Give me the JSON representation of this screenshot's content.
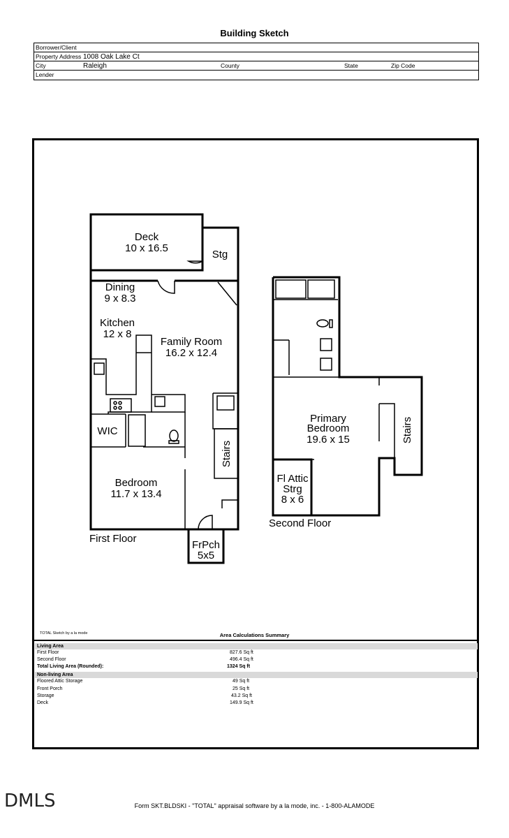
{
  "header": {
    "title": "Building Sketch",
    "borrower_label": "Borrower/Client",
    "property_address_label": "Property Address",
    "property_address": "1008 Oak Lake Ct",
    "city_label": "City",
    "city": "Raleigh",
    "county_label": "County",
    "state_label": "State",
    "zip_label": "Zip Code",
    "lender_label": "Lender"
  },
  "sketch": {
    "rooms": {
      "deck_name": "Deck",
      "deck_dim": "10 x 16.5",
      "stg": "Stg",
      "dining_name": "Dining",
      "dining_dim": "9 x 8.3",
      "kitchen_name": "Kitchen",
      "kitchen_dim": "12 x 8",
      "family_name": "Family Room",
      "family_dim": "16.2 x 12.4",
      "wic": "WIC",
      "stairs1": "Stairs",
      "bedroom_name": "Bedroom",
      "bedroom_dim": "11.7 x 13.4",
      "frpch_name": "FrPch",
      "frpch_dim": "5x5",
      "primary_name1": "Primary",
      "primary_name2": "Bedroom",
      "primary_dim": "19.6 x 15",
      "stairs2": "Stairs",
      "attic_name1": "Fl Attic",
      "attic_name2": "Strg",
      "attic_dim": "8 x 6"
    },
    "first_floor_label": "First Floor",
    "second_floor_label": "Second Floor",
    "software_label": "TOTAL Sketch by a la mode"
  },
  "summary": {
    "title": "Area Calculations Summary",
    "living_header": "Living Area",
    "first_floor_label": "First Floor",
    "first_floor_value": "827.6 Sq ft",
    "second_floor_label": "Second Floor",
    "second_floor_value": "496.4 Sq ft",
    "total_label": "Total Living Area (Rounded):",
    "total_value": "1324 Sq ft",
    "nonliving_header": "Non-living Area",
    "attic_label": "Floored Attic Storage",
    "attic_value": "49 Sq ft",
    "porch_label": "Front Porch",
    "porch_value": "25 Sq ft",
    "storage_label": "Storage",
    "storage_value": "43.2 Sq ft",
    "deck_label": "Deck",
    "deck_value": "149.9 Sq ft"
  },
  "footer": {
    "form_text": "Form SKT.BLDSKI - \"TOTAL\" appraisal software by a la mode, inc. - 1-800-ALAMODE",
    "logo_text": "DMLS"
  }
}
